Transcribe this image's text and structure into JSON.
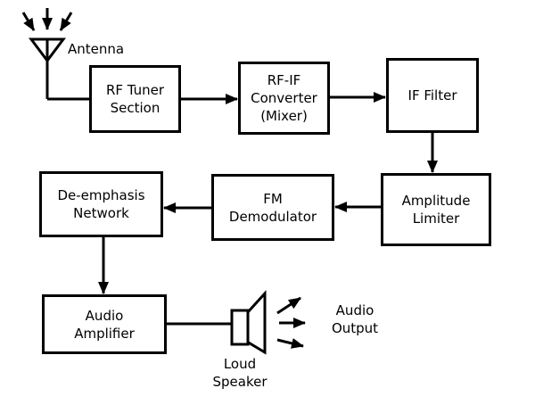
{
  "diagram": {
    "background_color": "#ffffff",
    "line_color": "#000000"
  },
  "blocks": {
    "rf_tuner": {
      "label": "RF Tuner\nSection"
    },
    "rf_if_converter": {
      "label": "RF-IF\nConverter\n(Mixer)"
    },
    "if_filter": {
      "label": "IF Filter"
    },
    "amplitude_limiter": {
      "label": "Amplitude\nLimiter"
    },
    "fm_demodulator": {
      "label": "FM\nDemodulator"
    },
    "de_emphasis": {
      "label": "De-emphasis\nNetwork"
    },
    "audio_amplifier": {
      "label": "Audio\nAmplifier"
    }
  },
  "labels": {
    "antenna": "Antenna",
    "loud_speaker": "Loud\nSpeaker",
    "audio_output": "Audio\nOutput"
  },
  "icons": {
    "antenna": "antenna-icon",
    "loud_speaker": "loudspeaker-icon",
    "incoming_signal": "incoming-signal-arrows-icon",
    "sound_output": "sound-output-arrows-icon"
  }
}
